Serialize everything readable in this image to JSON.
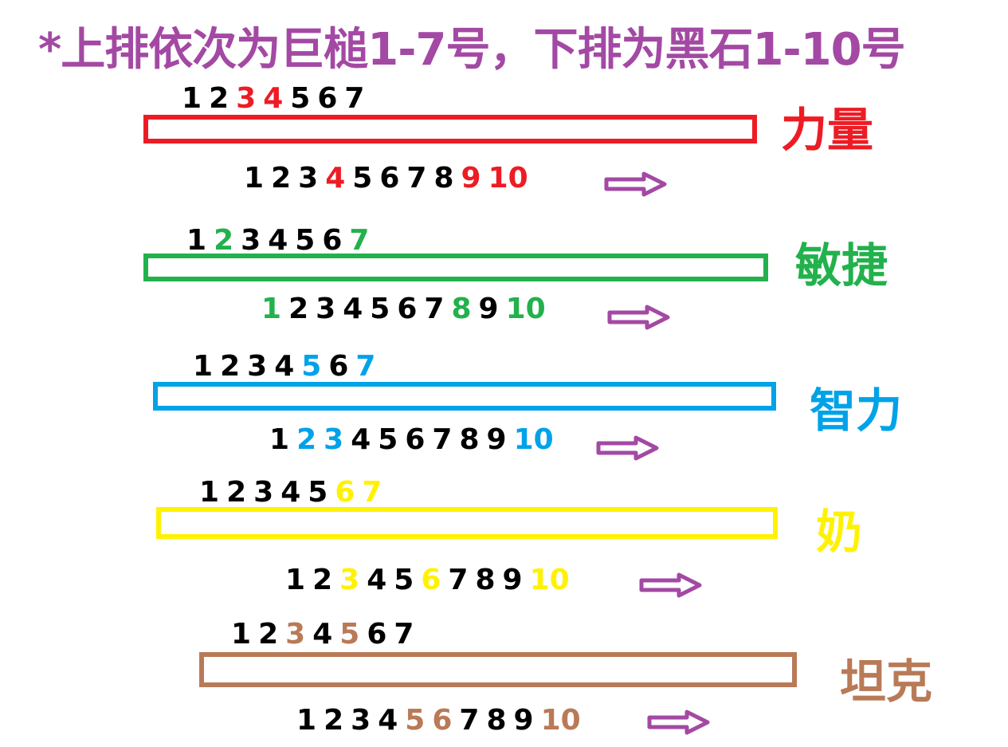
{
  "title": "*上排依次为巨槌1-7号，下排为黑石1-10号",
  "colors": {
    "title": "#a349a4",
    "arrow": "#a349a4",
    "default_number": "#000000"
  },
  "groups": [
    {
      "label": "力量",
      "color": "#ed1c24",
      "top_numbers": [
        "1",
        "2",
        "3",
        "4",
        "5",
        "6",
        "7"
      ],
      "top_highlight": [
        "3",
        "4"
      ],
      "bottom_numbers": [
        "1",
        "2",
        "3",
        "4",
        "5",
        "6",
        "7",
        "8",
        "9",
        "10"
      ],
      "bottom_highlight": [
        "4",
        "9",
        "10"
      ]
    },
    {
      "label": "敏捷",
      "color": "#22b14c",
      "top_numbers": [
        "1",
        "2",
        "3",
        "4",
        "5",
        "6",
        "7"
      ],
      "top_highlight": [
        "2",
        "7"
      ],
      "bottom_numbers": [
        "1",
        "2",
        "3",
        "4",
        "5",
        "6",
        "7",
        "8",
        "9",
        "10"
      ],
      "bottom_highlight": [
        "1",
        "8",
        "10"
      ]
    },
    {
      "label": "智力",
      "color": "#00a2e8",
      "top_numbers": [
        "1",
        "2",
        "3",
        "4",
        "5",
        "6",
        "7"
      ],
      "top_highlight": [
        "5",
        "7"
      ],
      "bottom_numbers": [
        "1",
        "2",
        "3",
        "4",
        "5",
        "6",
        "7",
        "8",
        "9",
        "10"
      ],
      "bottom_highlight": [
        "2",
        "3",
        "10"
      ]
    },
    {
      "label": "奶",
      "color": "#fff200",
      "top_numbers": [
        "1",
        "2",
        "3",
        "4",
        "5",
        "6",
        "7"
      ],
      "top_highlight": [
        "6",
        "7"
      ],
      "bottom_numbers": [
        "1",
        "2",
        "3",
        "4",
        "5",
        "6",
        "7",
        "8",
        "9",
        "10"
      ],
      "bottom_highlight": [
        "3",
        "6",
        "10"
      ]
    },
    {
      "label": "坦克",
      "color": "#b97a57",
      "top_numbers": [
        "1",
        "2",
        "3",
        "4",
        "5",
        "6",
        "7"
      ],
      "top_highlight": [
        "3",
        "5"
      ],
      "bottom_numbers": [
        "1",
        "2",
        "3",
        "4",
        "5",
        "6",
        "7",
        "8",
        "9",
        "10"
      ],
      "bottom_highlight": [
        "5",
        "6",
        "10"
      ]
    }
  ]
}
